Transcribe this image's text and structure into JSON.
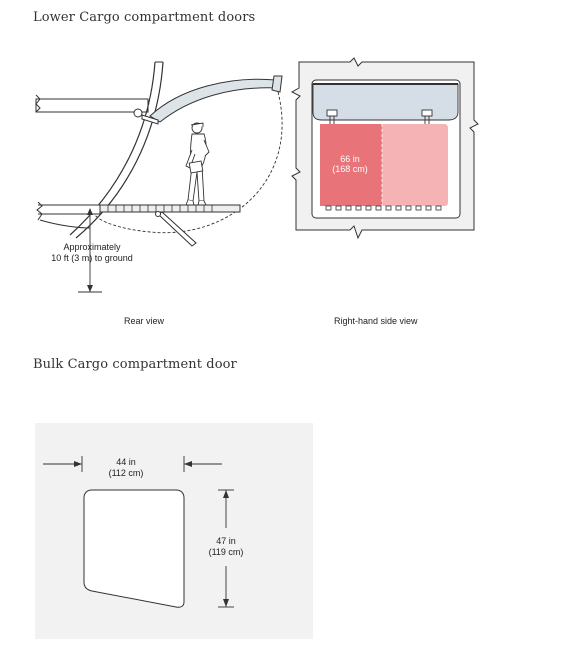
{
  "section1": {
    "title": "Lower Cargo compartment doors",
    "rear_view": {
      "caption": "Rear view",
      "annotation_line1": "Approximately",
      "annotation_line2": "10 ft (3 m) to ground"
    },
    "side_view": {
      "caption": "Right-hand side view",
      "door_width_line1": "66 in",
      "door_width_line2": "(168 cm)"
    }
  },
  "section2": {
    "title": "Bulk Cargo compartment door",
    "width_line1": "44 in",
    "width_line2": "(112 cm)",
    "height_line1": "47 in",
    "height_line2": "(119 cm)"
  },
  "colors": {
    "door_dark": "#e8747a",
    "door_light": "#f6b3b5",
    "panel_blue": "#d5dee6",
    "frame_gray": "#f0f0f0"
  }
}
